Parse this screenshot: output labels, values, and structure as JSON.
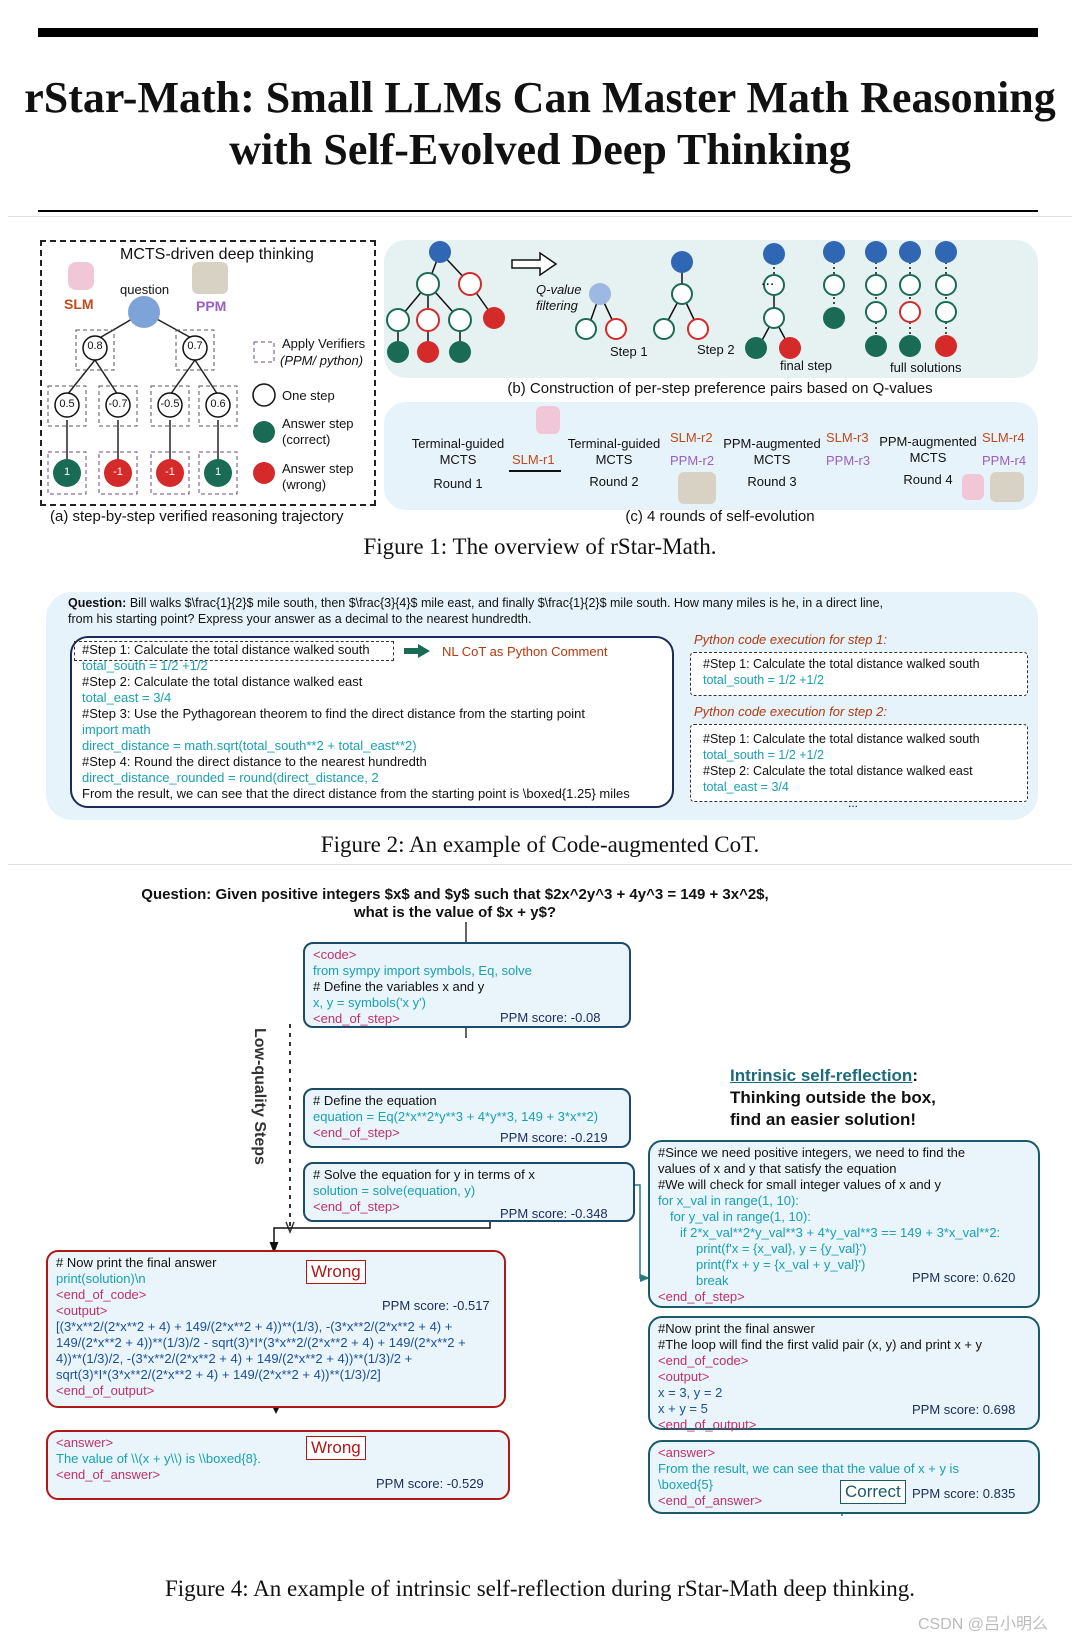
{
  "title": {
    "line1": "rStar-Math: Small LLMs Can Master Math Reasoning",
    "line2": "with Self-Evolved Deep Thinking"
  },
  "fig1": {
    "a_title": "MCTS-driven deep thinking",
    "question": "question",
    "slm": "SLM",
    "ppm": "PPM",
    "q1": "0.8",
    "q2": "0.7",
    "q3": "0.5",
    "q4": "-0.7",
    "q5": "-0.5",
    "q6": "0.6",
    "l1": "1",
    "l2": "-1",
    "l3": "-1",
    "l4": "1",
    "legend_verifiers": "Apply Verifiers",
    "legend_verifiers2": "(PPM/ python)",
    "legend_onestep": "One step",
    "legend_correct1": "Answer step",
    "legend_correct2": "(correct)",
    "legend_wrong1": "Answer step",
    "legend_wrong2": "(wrong)",
    "a_caption": "(a) step-by-step verified reasoning trajectory",
    "qfilter1": "Q-value",
    "qfilter2": "filtering",
    "step1": "Step 1",
    "step2": "Step 2",
    "dots": "...",
    "finalstep": "final step",
    "fullsol": "full solutions",
    "b_caption": "(b) Construction of per-step preference pairs based on Q-values",
    "r1_label1": "Terminal-guided",
    "r1_label2": "MCTS",
    "r1_round": "Round 1",
    "r1_out": "SLM-r1",
    "r2_label1": "Terminal-guided",
    "r2_label2": "MCTS",
    "r2_round": "Round 2",
    "r2_out1": "SLM-r2",
    "r2_out2": "PPM-r2",
    "r3_label1": "PPM-augmented",
    "r3_label2": "MCTS",
    "r3_round": "Round 3",
    "r3_out1": "SLM-r3",
    "r3_out2": "PPM-r3",
    "r4_label1": "PPM-augmented",
    "r4_label2": "MCTS",
    "r4_round": "Round 4",
    "r4_out1": "SLM-r4",
    "r4_out2": "PPM-r4",
    "c_caption": "(c) 4 rounds of self-evolution",
    "caption": "Figure 1: The overview of rStar-Math."
  },
  "fig2": {
    "q_label": "Question:",
    "q_text1": " Bill walks $\\frac{1}{2}$ mile south, then $\\frac{3}{4}$ mile east, and finally $\\frac{1}{2}$ mile south. How many miles is he, in a direct line,",
    "q_text2": "from his starting point?  Express your answer as a decimal to the nearest hundredth.",
    "l1": "#Step 1: Calculate the total distance walked south",
    "l2": "total_south = 1/2 +1/2",
    "l3": "#Step 2: Calculate the total distance walked east",
    "l4": "total_east = 3/4",
    "l5": "#Step 3: Use the Pythagorean theorem to find the direct distance from the starting point",
    "l6": "import math",
    "l7": "direct_distance = math.sqrt(total_south**2 + total_east**2)",
    "l8": "#Step 4: Round the direct distance to the nearest hundredth",
    "l9": "direct_distance_rounded = round(direct_distance, 2",
    "l10": "From the result, we can see that the direct distance from the starting point is \\boxed{1.25} miles",
    "nl_cot": "NL CoT as Python Comment",
    "exec1_title": "Python code execution for step 1:",
    "exec1_l1": "#Step 1: Calculate the total distance walked south",
    "exec1_l2": "total_south = 1/2 +1/2",
    "exec2_title": "Python code execution for step 2:",
    "exec2_l1": "#Step 1: Calculate the total distance walked south",
    "exec2_l2": "total_south = 1/2 +1/2",
    "exec2_l3": "#Step 2: Calculate the total distance walked east",
    "exec2_l4": "total_east = 3/4",
    "exec2_dots": "...",
    "caption": "Figure 2: An example of Code-augmented CoT."
  },
  "fig4": {
    "q1": "Question: Given positive integers $x$ and $y$ such that $2x^2y^3 + 4y^3 = 149 + 3x^2$,",
    "q2": "what is the value of $x + y$?",
    "lowq": "Low-quality Steps",
    "b1_l1": "<code>",
    "b1_l2": "from sympy import symbols, Eq, solve",
    "b1_l3": "# Define the variables x and y",
    "b1_l4": "x, y = symbols('x y')",
    "b1_l5": "<end_of_step>",
    "b1_score": "PPM score: -0.08",
    "b2_l1": "# Define the equation",
    "b2_l2": "equation = Eq(2*x**2*y**3 + 4*y**3, 149 + 3*x**2)",
    "b2_l3": "<end_of_step>",
    "b2_score": "PPM score: -0.219",
    "b3_l1": "# Solve the equation for y in terms of x",
    "b3_l2": "solution = solve(equation, y)",
    "b3_l3": "<end_of_step>",
    "b3_score": "PPM score: -0.348",
    "w1_l1": "# Now print the final answer",
    "w1_l2": "print(solution)\\n",
    "w1_l3": "<end_of_code>",
    "w1_l4": "<output>",
    "w1_l5": "[(3*x**2/(2*x**2 + 4) + 149/(2*x**2 + 4))**(1/3), -(3*x**2/(2*x**2 + 4) +",
    "w1_l6": "149/(2*x**2 + 4))**(1/3)/2 - sqrt(3)*I*(3*x**2/(2*x**2 + 4) + 149/(2*x**2 +",
    "w1_l7": "4))**(1/3)/2,  -(3*x**2/(2*x**2 + 4) + 149/(2*x**2 + 4))**(1/3)/2 +",
    "w1_l8": "sqrt(3)*I*(3*x**2/(2*x**2 + 4) + 149/(2*x**2 + 4))**(1/3)/2]",
    "w1_l9": "<end_of_output>",
    "w1_score": "PPM score: -0.517",
    "w2_l1": "<answer>",
    "w2_l2": "The value of \\\\(x + y\\\\) is \\\\boxed{8}.",
    "w2_l3": "<end_of_answer>",
    "w2_score": "PPM score: -0.529",
    "wrong": "Wrong",
    "refl_title": "Intrinsic self-reflection",
    "refl_colon": ":",
    "refl_l2": "Thinking outside the box,",
    "refl_l3": "find an easier solution!",
    "r1_l1": "#Since we need positive integers, we need to find the",
    "r1_l2": "values of x and y that satisfy the equation",
    "r1_l3": "#We will check for small integer values of x and y",
    "r1_l4": "for x_val in range(1, 10):",
    "r1_l5": "for y_val in range(1, 10):",
    "r1_l6": "if 2*x_val**2*y_val**3 + 4*y_val**3 == 149 + 3*x_val**2:",
    "r1_l7": "print(f'x = {x_val}, y = {y_val}')",
    "r1_l8": "print(f'x + y = {x_val + y_val}')",
    "r1_l9": "break",
    "r1_l10": "<end_of_step>",
    "r1_score": "PPM score: 0.620",
    "r2_l1": "#Now print the final answer",
    "r2_l2": "#The loop will find the first valid pair (x, y) and print x + y",
    "r2_l3": "<end_of_code>",
    "r2_l4": "<output>",
    "r2_l5": "x = 3, y = 2",
    "r2_l6": "x + y = 5",
    "r2_l7": "<end_of_output>",
    "r2_score": "PPM score: 0.698",
    "r3_l1": "<answer>",
    "r3_l2": "From the result, we can see that the value of x + y is",
    "r3_l3": "\\boxed{5}",
    "r3_l4": "<end_of_answer>",
    "r3_score": "PPM score: 0.835",
    "correct": "Correct",
    "caption": "Figure 4: An example of intrinsic self-reflection during rStar-Math deep thinking.",
    "watermark": "CSDN @吕小明么"
  },
  "colors": {
    "green": "#1a6b55",
    "red": "#d42a2a",
    "blue": "#2f67b5",
    "teal_bg": "#e3f1ef",
    "light_blue_bg": "#e7f3fa"
  }
}
